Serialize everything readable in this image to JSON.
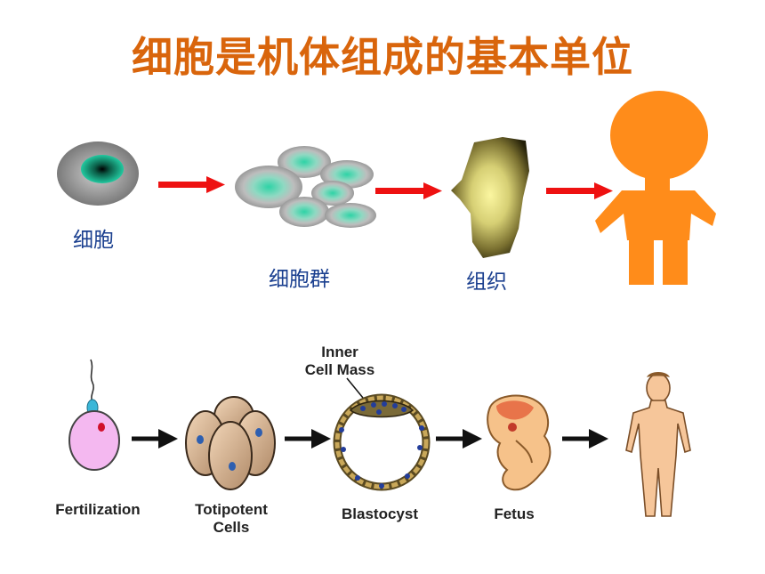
{
  "title": "细胞是机体组成的基本单位",
  "top_row": {
    "cell_label": "细胞",
    "cell_group_label": "细胞群",
    "tissue_label": "组织"
  },
  "bottom_row": {
    "fertilization_label": "Fertilization",
    "totipotent_label_line1": "Totipotent",
    "totipotent_label_line2": "Cells",
    "inner_cell_mass_line1": "Inner",
    "inner_cell_mass_line2": "Cell Mass",
    "blastocyst_label": "Blastocyst",
    "fetus_label": "Fetus"
  },
  "colors": {
    "title": "#d9650c",
    "label_cn": "#1a3f8f",
    "arrow_red": "#ee1111",
    "human_orange": "#ff8c1a",
    "cell_teal": "#22c9a0"
  }
}
